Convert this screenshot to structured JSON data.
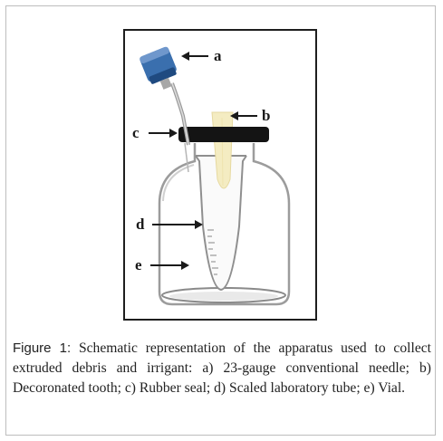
{
  "figure": {
    "labels": {
      "a": "a",
      "b": "b",
      "c": "c",
      "d": "d",
      "e": "e"
    },
    "colors": {
      "needle_cap": "#3a6fae",
      "needle_cap_dark": "#1f4a80",
      "tooth": "#f4ecc2",
      "rubber_seal": "#141414",
      "glass": "#a9a9a9",
      "outline": "#1e1e1e"
    }
  },
  "caption": {
    "label": "Figure 1:",
    "text": " Schematic representation of the apparatus used to collect extruded debris and irrigant: a) 23-gauge conventional needle; b) Decoronated tooth; c) Rubber seal; d) Scaled laboratory tube; e) Vial."
  }
}
